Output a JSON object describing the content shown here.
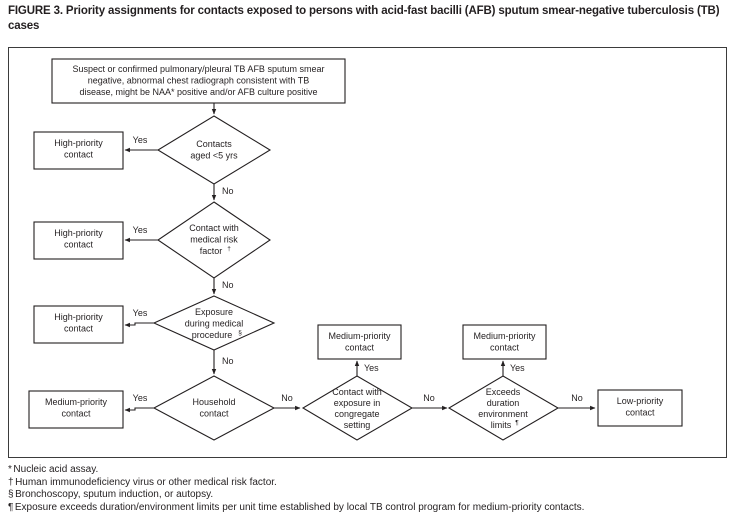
{
  "figure": {
    "title": "FIGURE 3. Priority assignments for contacts exposed to persons with acid-fast bacilli (AFB) sputum smear-negative tuberculosis (TB) cases"
  },
  "flowchart": {
    "type": "flowchart",
    "start": {
      "id": "start-box",
      "lines": [
        "Suspect or confirmed pulmonary/pleural TB AFB sputum smear",
        "negative, abnormal chest radiograph consistent with TB",
        "disease, might be NAA* positive and/or AFB culture positive"
      ]
    },
    "decisions": [
      {
        "id": "contacts-aged-under-5",
        "lines": [
          "Contacts",
          "aged <5 yrs"
        ],
        "yes_label": "Yes",
        "no_label": "No",
        "yes_target": "High-priority contact",
        "no_target": "contact-with-medical-risk-factor"
      },
      {
        "id": "contact-with-medical-risk-factor",
        "lines": [
          "Contact with",
          "medical risk",
          "factor"
        ],
        "footnote_mark": "†",
        "yes_label": "Yes",
        "no_label": "No",
        "yes_target": "High-priority contact",
        "no_target": "exposure-during-medical-procedure"
      },
      {
        "id": "exposure-during-medical-procedure",
        "lines": [
          "Exposure",
          "during medical",
          "procedure"
        ],
        "footnote_mark": "§",
        "yes_label": "Yes",
        "no_label": "No",
        "yes_target": "High-priority contact",
        "no_target": "household-contact"
      },
      {
        "id": "household-contact",
        "lines": [
          "Household",
          "contact"
        ],
        "yes_label": "Yes",
        "no_label": "No",
        "yes_target": "Medium-priority contact",
        "no_target": "contact-with-exposure-in-congregate-setting"
      },
      {
        "id": "contact-with-exposure-in-congregate-setting",
        "lines": [
          "Contact with",
          "exposure in",
          "congregate",
          "setting"
        ],
        "yes_label": "Yes",
        "no_label": "No",
        "yes_target": "Medium-priority contact",
        "no_target": "exceeds-duration-environment-limits"
      },
      {
        "id": "exceeds-duration-environment-limits",
        "lines": [
          "Exceeds",
          "duration",
          "environment",
          "limits"
        ],
        "footnote_mark": "¶",
        "yes_label": "Yes",
        "no_label": "No",
        "yes_target": "Medium-priority contact",
        "no_target": "Low-priority contact"
      }
    ],
    "outcomes": [
      {
        "id": "high-priority-1",
        "lines": [
          "High-priority",
          "contact"
        ]
      },
      {
        "id": "high-priority-2",
        "lines": [
          "High-priority",
          "contact"
        ]
      },
      {
        "id": "high-priority-3",
        "lines": [
          "High-priority",
          "contact"
        ]
      },
      {
        "id": "medium-priority-1",
        "lines": [
          "Medium-priority",
          "contact"
        ]
      },
      {
        "id": "medium-priority-2",
        "lines": [
          "Medium-priority",
          "contact"
        ]
      },
      {
        "id": "medium-priority-3",
        "lines": [
          "Medium-priority",
          "contact"
        ]
      },
      {
        "id": "low-priority-1",
        "lines": [
          "Low-priority",
          "contact"
        ]
      }
    ],
    "labels": {
      "yes": "Yes",
      "no": "No",
      "start_line_1": "Suspect or confirmed pulmonary/pleural TB AFB sputum smear",
      "start_line_2": "negative, abnormal chest radiograph consistent with TB",
      "start_line_3": "disease, might be NAA* positive and/or AFB culture positive",
      "d1_l1": "Contacts",
      "d1_l2": "aged <5 yrs",
      "d2_l1": "Contact with",
      "d2_l2": "medical risk",
      "d2_l3": "factor",
      "d2_mark": "†",
      "d3_l1": "Exposure",
      "d3_l2": "during medical",
      "d3_l3": "procedure",
      "d3_mark": "§",
      "d4_l1": "Household",
      "d4_l2": "contact",
      "d5_l1": "Contact with",
      "d5_l2": "exposure in",
      "d5_l3": "congregate",
      "d5_l4": "setting",
      "d6_l1": "Exceeds",
      "d6_l2": "duration",
      "d6_l3": "environment",
      "d6_l4": "limits",
      "d6_mark": "¶",
      "high_priority_l1": "High-priority",
      "high_priority_l2": "contact",
      "medium_priority_l1": "Medium-priority",
      "medium_priority_l2": "contact",
      "low_priority_l1": "Low-priority",
      "low_priority_l2": "contact"
    }
  },
  "footnotes": [
    {
      "mark": "*",
      "text": "Nucleic acid assay."
    },
    {
      "mark": "†",
      "text": "Human immunodeficiency virus or other medical risk factor."
    },
    {
      "mark": "§",
      "text": "Bronchoscopy, sputum induction, or autopsy."
    },
    {
      "mark": "¶",
      "text": "Exposure exceeds duration/environment limits per unit time established by local TB control program for medium-priority contacts."
    }
  ],
  "colors": {
    "ink": "#231f20",
    "frame": "#3b3b3b",
    "background": "#ffffff"
  }
}
